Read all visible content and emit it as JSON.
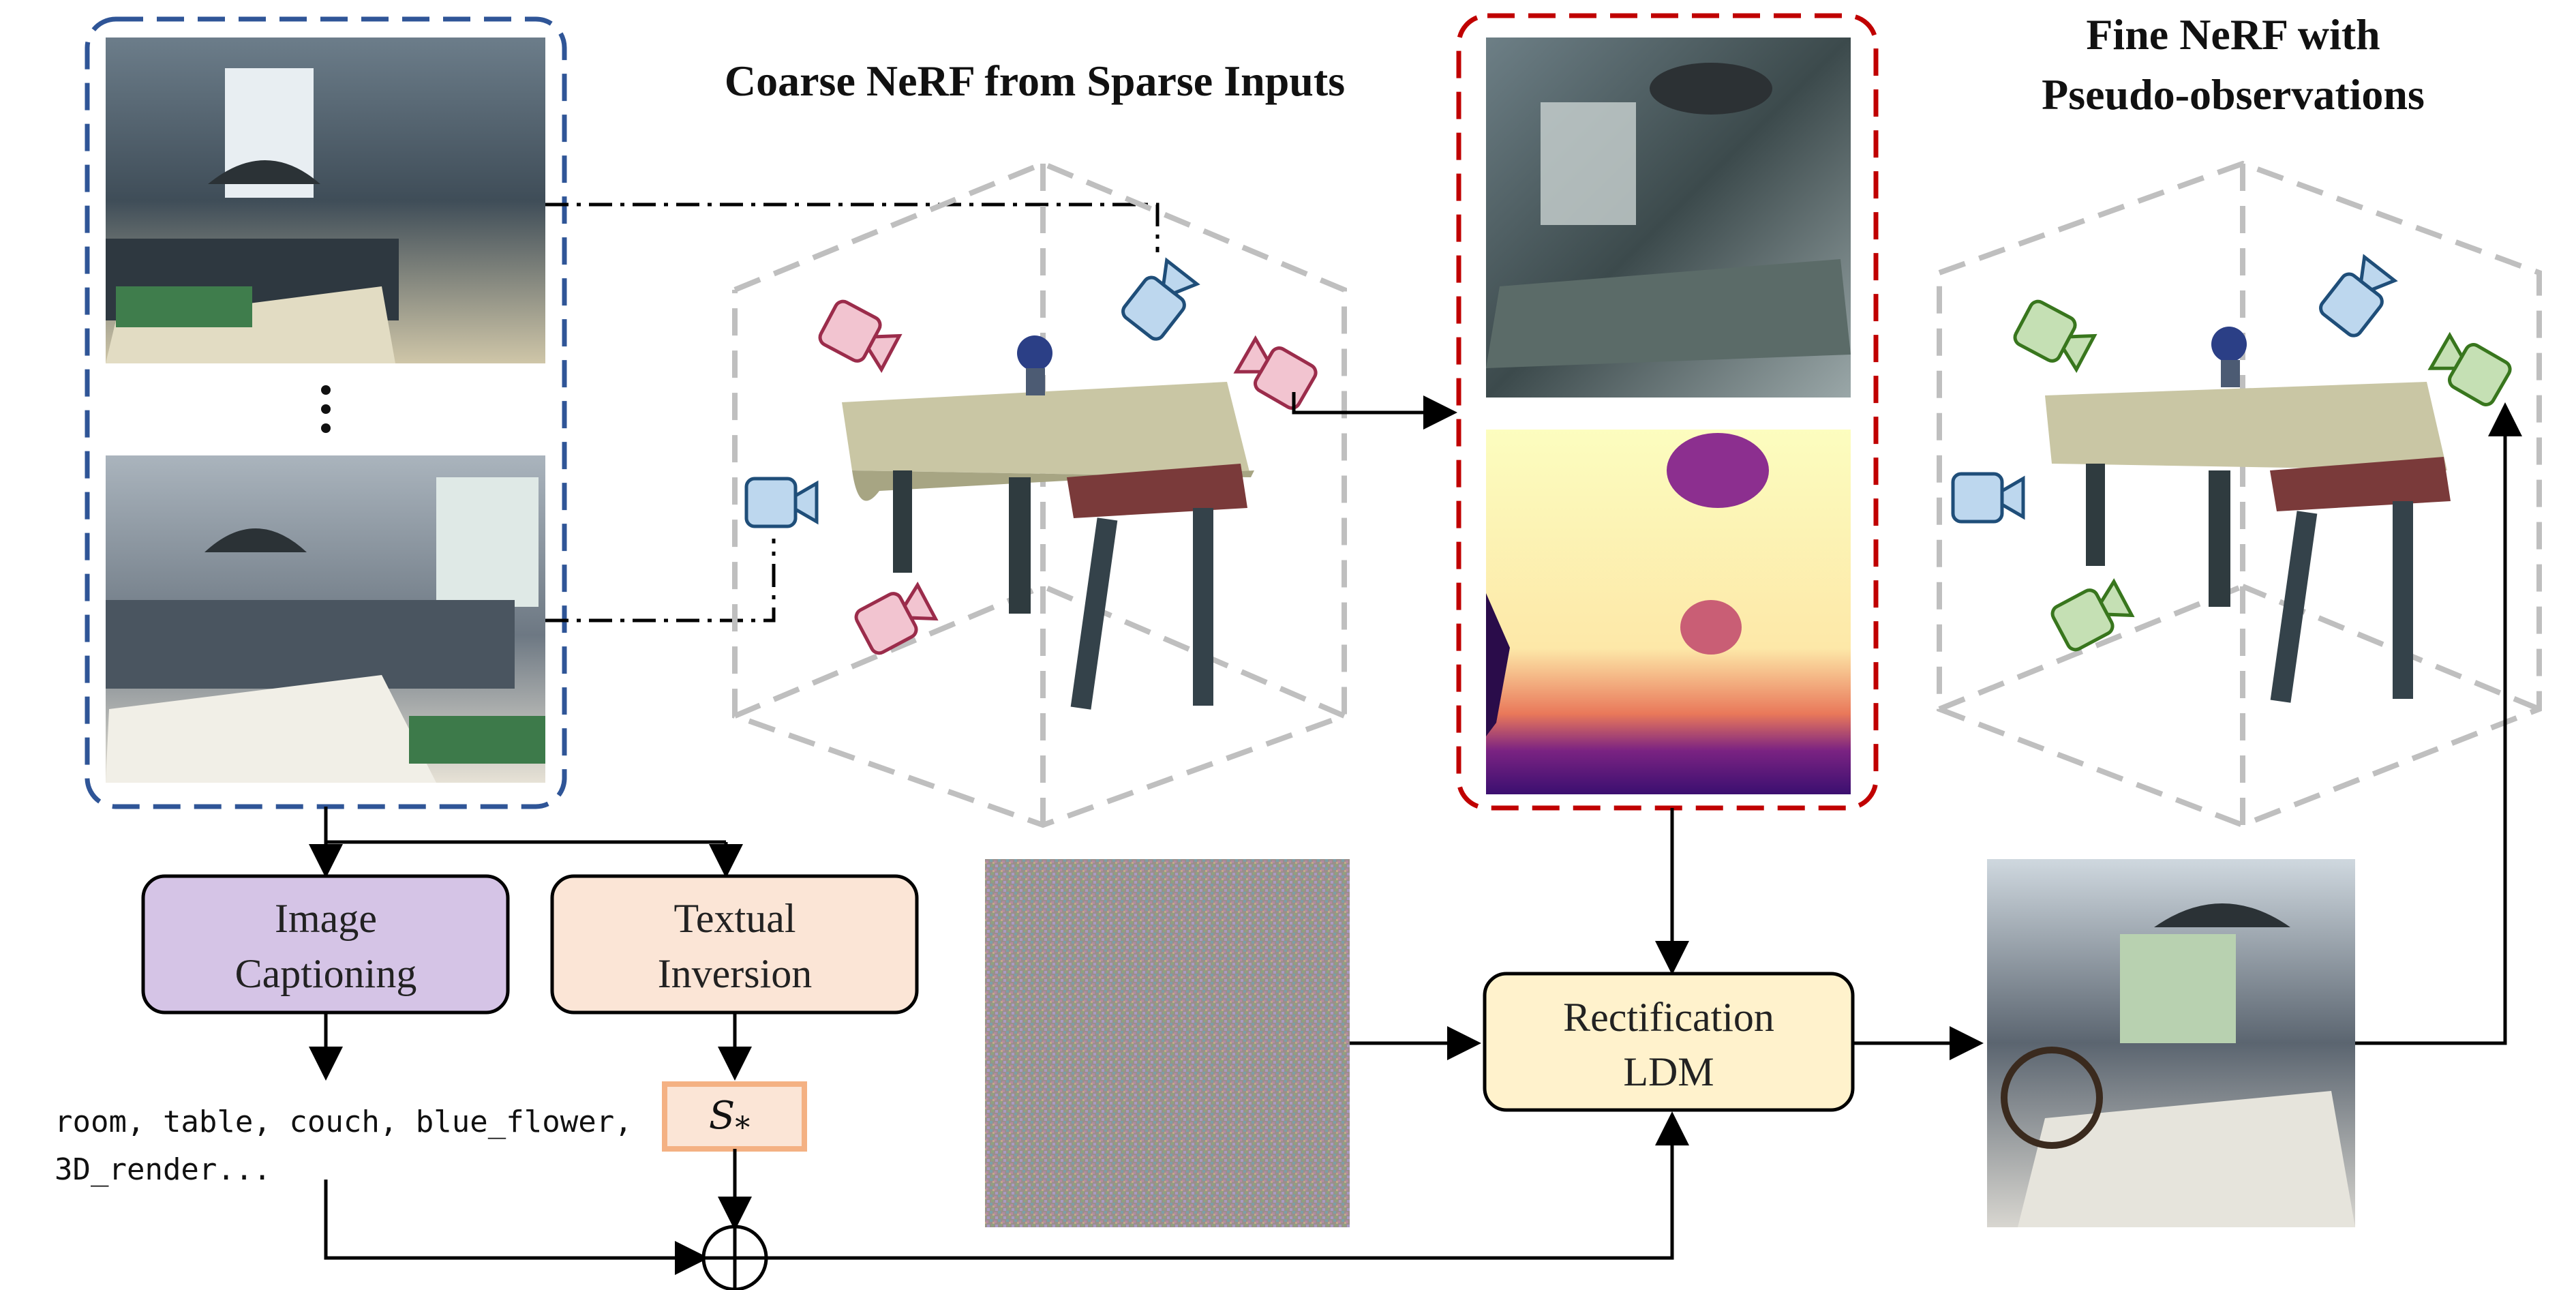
{
  "titles": {
    "coarse": "Coarse NeRF from Sparse Inputs",
    "fine_line1": "Fine NeRF with",
    "fine_line2": "Pseudo-observations"
  },
  "boxes": {
    "image_captioning": [
      "Image",
      "Captioning"
    ],
    "textual_inversion": [
      "Textual",
      "Inversion"
    ],
    "rectification_ldm": [
      "Rectification",
      "LDM"
    ]
  },
  "caption_text": {
    "line1": "room, table, couch, blue_flower,",
    "line2": "3D_render..."
  },
  "token": "S*",
  "colors": {
    "input_frame": "#2f5597",
    "render_frame": "#c00000",
    "image_captioning_fill": "#d5c4e6",
    "textual_inversion_fill": "#fbe5d6",
    "rectification_fill": "#fff2cc",
    "token_fill": "#fbe5d6",
    "token_border": "#f4b183",
    "camera_pink": "#f2c4d0",
    "camera_blue": "#bdd7ee",
    "camera_green": "#c5e0b4",
    "cube_lines": "#bfbfbf"
  }
}
